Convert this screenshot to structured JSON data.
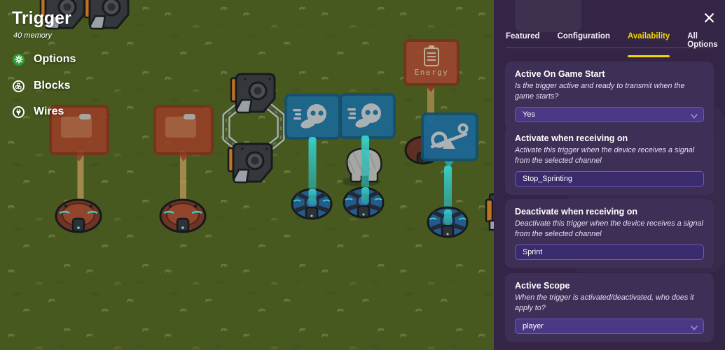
{
  "device_panel": {
    "title": "Trigger",
    "memory_label": "40 memory",
    "menu": [
      {
        "label": "Options",
        "icon": "gear-icon"
      },
      {
        "label": "Blocks",
        "icon": "blocks-icon"
      },
      {
        "label": "Wires",
        "icon": "plug-icon"
      }
    ]
  },
  "settings": {
    "close_icon": "✕",
    "tabs": [
      {
        "label": "Featured",
        "active": false
      },
      {
        "label": "Configuration",
        "active": false
      },
      {
        "label": "Availability",
        "active": true
      },
      {
        "label": "All Options",
        "active": false
      }
    ],
    "cards": [
      {
        "title": "Active On Game Start",
        "description": "Is the trigger active and ready to transmit when the game starts?",
        "control": "dropdown",
        "value": "Yes"
      },
      {
        "title": "Activate when receiving on",
        "description": "Activate this trigger when the device receives a signal from the selected channel",
        "control": "input",
        "value": "Stop_Sprinting"
      },
      {
        "title": "Deactivate when receiving on",
        "description": "Deactivate this trigger when the device receives a signal from the selected channel",
        "control": "input",
        "value": "Sprint"
      },
      {
        "title": "Active Scope",
        "description": "When the trigger is activated/deactivated, who does it apply to?",
        "control": "dropdown",
        "value": "player"
      }
    ]
  },
  "canvas": {
    "energy_sign_label": "Energy"
  },
  "icons": {
    "close-icon": "✕",
    "chevron-down-icon": "⌄",
    "gear-icon": "gear glyph",
    "blocks-icon": "blocks cluster glyph",
    "plug-icon": "power plug glyph"
  },
  "colors": {
    "grass": "#47591f",
    "panel_bg": "#342546",
    "card_bg": "#3e2f56",
    "dropdown_bg": "#4a3884",
    "input_bg": "#3a2b6d",
    "control_border": "#6d57c4",
    "accent_yellow": "#f3d403",
    "options_green": "#2d9f32",
    "beam_teal": "#2fc7c1",
    "sign_red": "#9a3e27",
    "sign_blue": "#1d6794"
  }
}
